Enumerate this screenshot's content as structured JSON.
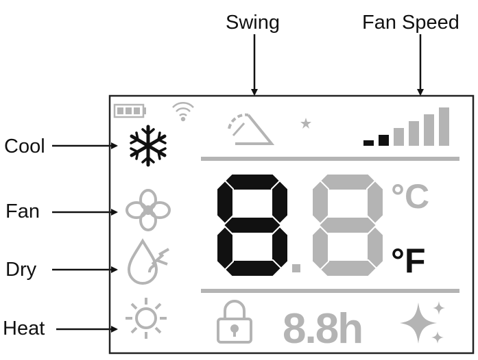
{
  "callouts": {
    "swing": "Swing",
    "fan_speed": "Fan Speed",
    "cool": "Cool",
    "fan": "Fan",
    "dry": "Dry",
    "heat": "Heat"
  },
  "display": {
    "main_digits": "8.8",
    "unit_celsius": "°C",
    "unit_fahrenheit": "°F",
    "timer_text": "8.8h",
    "active_unit": "fahrenheit",
    "active_mode": "cool",
    "fan_speed_level": 2,
    "fan_speed_max": 6,
    "icons": {
      "battery": "battery-icon",
      "wifi": "wifi-icon",
      "swing": "swing-louver-icon",
      "sleep": "moon-star-icon",
      "fan_speed": "signal-bars-icon",
      "cool": "snowflake-icon",
      "fan": "fan-icon",
      "dry": "water-drop-icon",
      "heat": "sun-icon",
      "lock": "padlock-icon",
      "clean": "sparkle-icon"
    }
  },
  "colors": {
    "active": "#111111",
    "inactive": "#b4b4b4",
    "frame": "#222222"
  }
}
